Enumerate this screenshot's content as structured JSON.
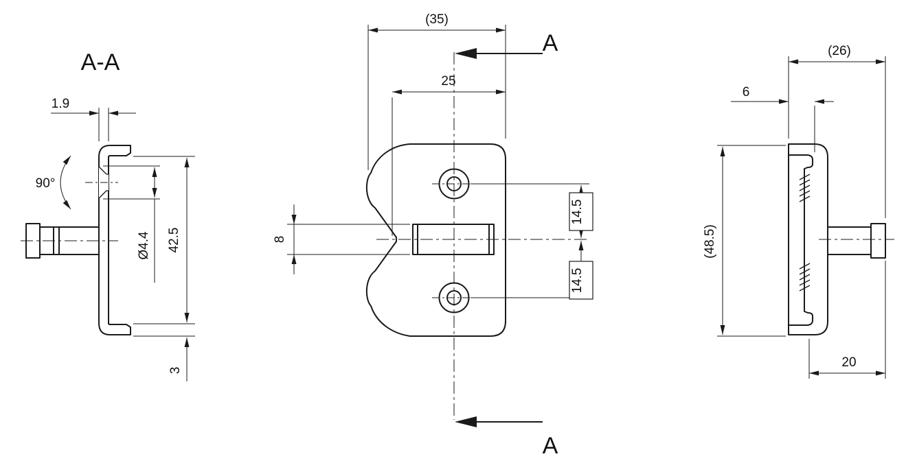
{
  "drawing": {
    "background": "#ffffff",
    "line_color": "#1a1a1a"
  },
  "views": {
    "section_aa": {
      "title": "A-A",
      "dim_thickness": "1.9",
      "dim_angle": "90°",
      "dim_hole_dia": "Ø4.4",
      "dim_inner_height": "42.5",
      "dim_flange_offset": "3"
    },
    "front": {
      "dim_overall_width": "(35)",
      "dim_position": "25",
      "dim_slot_height": "8",
      "dim_upper": "14.5",
      "dim_lower": "14.5",
      "cut_label_top": "A",
      "cut_label_bottom": "A"
    },
    "side": {
      "dim_overall_depth": "(26)",
      "dim_lip_offset": "6",
      "dim_overall_height": "(48.5)",
      "dim_pin_protrusion": "20"
    }
  }
}
